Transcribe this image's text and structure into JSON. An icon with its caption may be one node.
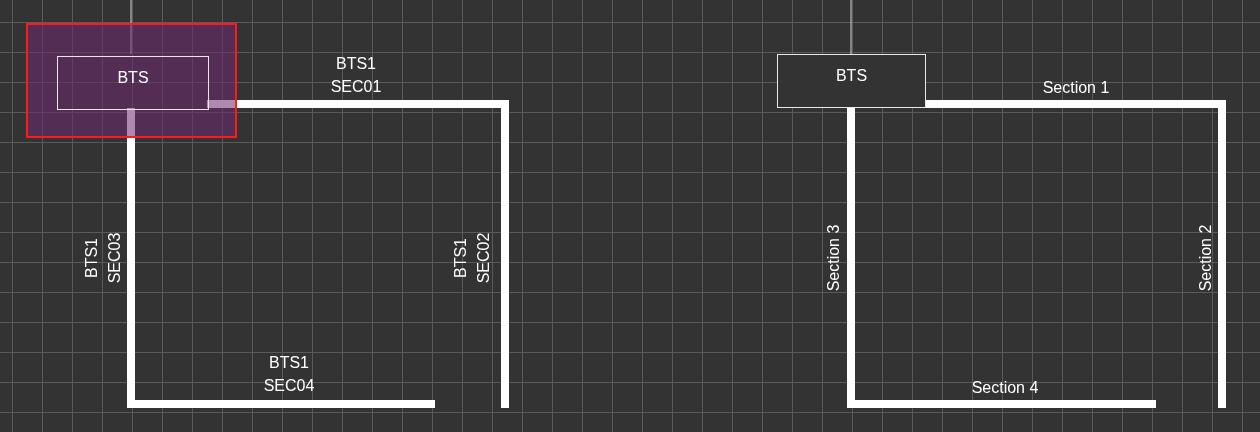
{
  "diagram": {
    "nodes": [
      {
        "text": [],
        "shape": "box"
      },
      {
        "text": [
          "BTS"
        ],
        "in": 0
      },
      {
        "text": [
          "BTS"
        ]
      }
    ],
    "edges": [
      {
        "from": null,
        "to": 1,
        "arrow": "none",
        "color": "#d9d9d9"
      },
      {
        "from": 1,
        "to": null,
        "arrow": "none"
      },
      {
        "from": 1,
        "to": null,
        "arrow": "none"
      },
      {
        "from": null,
        "to": 2,
        "arrow": "none",
        "color": "#d9d9d9"
      },
      {
        "from": 2,
        "to": null,
        "arrow": "none"
      },
      {
        "from": 2,
        "to": null,
        "arrow": "none"
      }
    ],
    "labels": [
      "BTS1 SEC01",
      "BTS1 SEC03",
      "BTS1 SEC02",
      "BTS1 SEC04",
      "Section 1",
      "Section 3",
      "Section 2",
      "Section 4"
    ]
  }
}
